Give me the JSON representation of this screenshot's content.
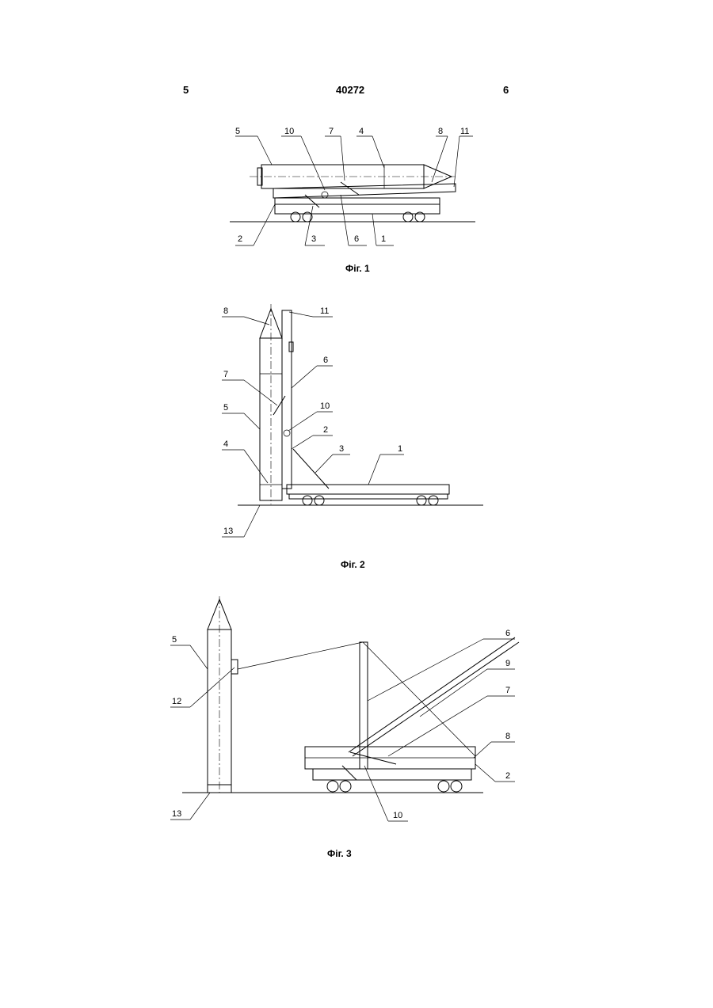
{
  "header": {
    "left_page": "5",
    "patent_number": "40272",
    "right_page": "6"
  },
  "figures": [
    {
      "caption": "Фіг. 1",
      "labels": [
        "5",
        "10",
        "7",
        "4",
        "8",
        "11",
        "2",
        "3",
        "6",
        "1"
      ]
    },
    {
      "caption": "Фіг. 2",
      "labels": [
        "8",
        "11",
        "6",
        "7",
        "10",
        "5",
        "2",
        "4",
        "3",
        "1",
        "13"
      ]
    },
    {
      "caption": "Фіг. 3",
      "labels": [
        "5",
        "12",
        "13",
        "6",
        "9",
        "7",
        "8",
        "2",
        "10"
      ]
    }
  ]
}
